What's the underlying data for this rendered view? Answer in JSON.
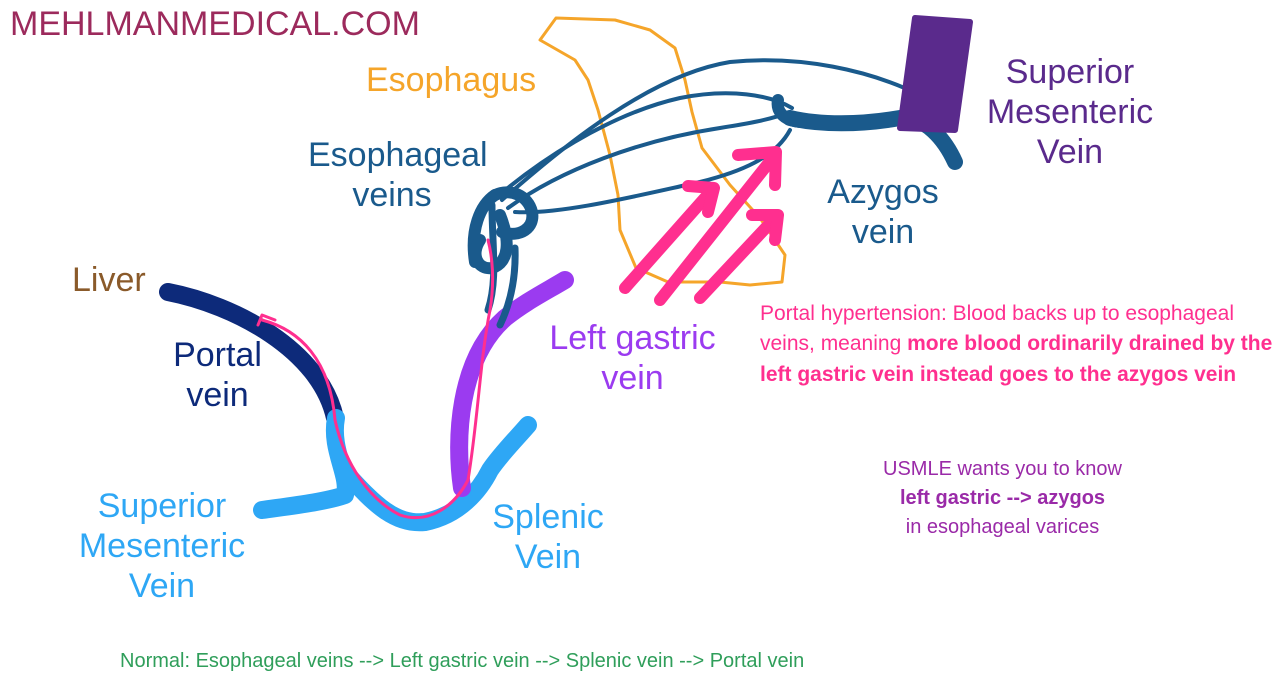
{
  "watermark": "MEHLMANMEDICAL.COM",
  "labels": {
    "esophagus": "Esophagus",
    "esophageal_veins": [
      "Esophageal",
      "veins"
    ],
    "azygos_vein": [
      "Azygos",
      "vein"
    ],
    "superior_mesenteric_top": [
      "Superior",
      "Mesenteric",
      "Vein"
    ],
    "liver": "Liver",
    "portal_vein": [
      "Portal",
      "vein"
    ],
    "left_gastric_vein": [
      "Left gastric",
      "vein"
    ],
    "superior_mesenteric_bottom": [
      "Superior",
      "Mesenteric",
      "Vein"
    ],
    "splenic_vein": [
      "Splenic",
      "Vein"
    ]
  },
  "portal_note": {
    "plain": "Portal hypertension: Blood backs up to esophageal veins, meaning",
    "bold": "more blood ordinarily drained by the left gastric vein instead goes to the azygos vein"
  },
  "usmle_note": {
    "line1": "USMLE wants you to know",
    "line2_bold": "left gastric --> azygos",
    "line3": "in esophageal varices"
  },
  "normal_path": "Normal: Esophageal veins --> Left gastric vein --> Splenic vein --> Portal vein",
  "colors": {
    "watermark": "#9c2a5c",
    "esophagus": "#f5a52a",
    "esophageal_veins": "#1a5a8c",
    "svc_purple": "#5a2a8c",
    "liver": "#8a5a2a",
    "portal_vein": "#0d2a7a",
    "left_gastric": "#9b3bf0",
    "smv_light": "#2ea7f5",
    "pink": "#ff2f8f",
    "usmle_purple": "#9a2aa8",
    "normal_green": "#2f9e5a"
  }
}
